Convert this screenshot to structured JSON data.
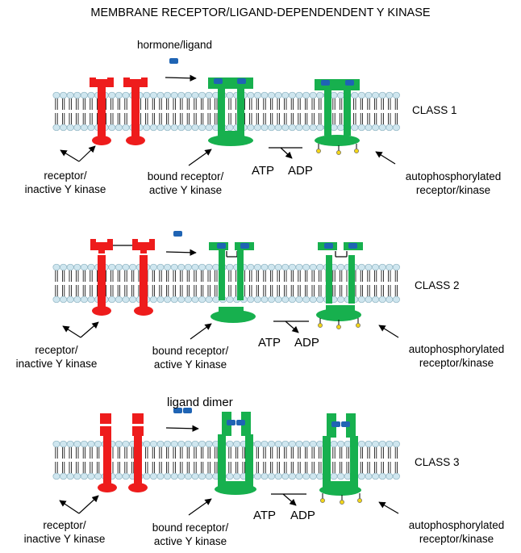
{
  "title": "MEMBRANE RECEPTOR/LIGAND-DEPENDENDENT  Y KINASE",
  "colors": {
    "inactive": "#ee1c1c",
    "active": "#17b04e",
    "ligand": "#1f64b4",
    "phosphate": "#f2d51a",
    "lipid_head": "#cfe6ef",
    "lipid_outline": "#8fb4c2"
  },
  "panels": [
    {
      "class_label": "CLASS 1",
      "ligand_label": "hormone/ligand",
      "receptor_label_1": "receptor/",
      "receptor_label_2": "inactive Y kinase",
      "bound_label_1": "bound receptor/",
      "bound_label_2": "active Y kinase",
      "atp": "ATP",
      "adp": "ADP",
      "auto_label_1": "autophosphorylated",
      "auto_label_2": "receptor/kinase"
    },
    {
      "class_label": "CLASS 2",
      "ligand_label": "",
      "receptor_label_1": "receptor/",
      "receptor_label_2": "inactive Y kinase",
      "bound_label_1": "bound receptor/",
      "bound_label_2": "active Y kinase",
      "atp": "ATP",
      "adp": "ADP",
      "auto_label_1": "autophosphorylated",
      "auto_label_2": "receptor/kinase"
    },
    {
      "class_label": "CLASS 3",
      "ligand_label": "ligand dimer",
      "receptor_label_1": "receptor/",
      "receptor_label_2": "inactive Y kinase",
      "bound_label_1": "bound receptor/",
      "bound_label_2": "active Y kinase",
      "atp": "ATP",
      "adp": "ADP",
      "auto_label_1": "autophosphorylated",
      "auto_label_2": "receptor/kinase"
    }
  ]
}
